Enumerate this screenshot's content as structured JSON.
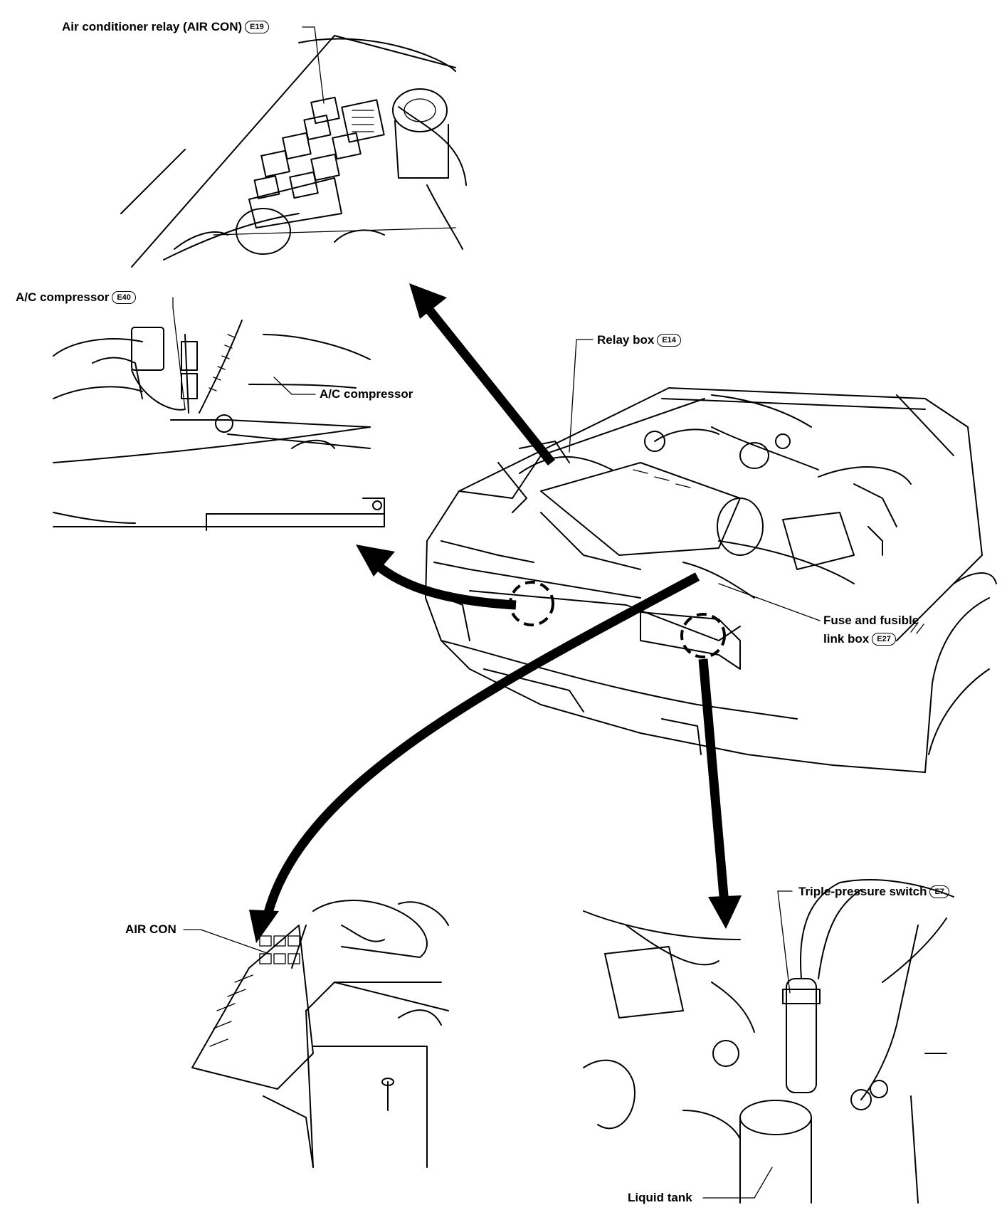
{
  "labels": {
    "ac_relay": {
      "text": "Air conditioner relay (AIR CON)",
      "code": "E19"
    },
    "ac_compressor_conn": {
      "text": "A/C compressor",
      "code": "E40"
    },
    "ac_compressor": {
      "text": "A/C compressor"
    },
    "relay_box": {
      "text": "Relay box",
      "code": "E14"
    },
    "fuse_box_line1": {
      "text": "Fuse and fusible"
    },
    "fuse_box_line2": {
      "text": "link box",
      "code": "E27"
    },
    "air_con": {
      "text": "AIR CON"
    },
    "triple_pressure": {
      "text": "Triple-pressure switch",
      "code": "E7"
    },
    "liquid_tank": {
      "text": "Liquid tank"
    }
  }
}
